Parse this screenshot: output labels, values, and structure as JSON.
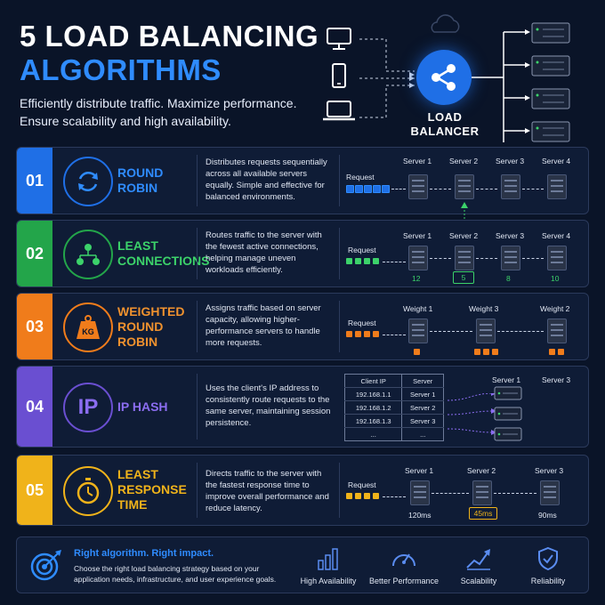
{
  "header": {
    "title_line1": "5 LOAD BALANCING",
    "title_line2": "ALGORITHMS",
    "subtitle": "Efficiently distribute traffic. Maximize performance. Ensure scalability and high availability.",
    "lb_label": "LOAD BALANCER"
  },
  "colors": {
    "background": "#0a1428",
    "blue": "#1f6fe6",
    "green": "#23a54a",
    "orange": "#f07c1b",
    "purple": "#6a4fd1",
    "yellow": "#f0b31a"
  },
  "rows": [
    {
      "number": "01",
      "name_line1": "ROUND",
      "name_line2": "ROBIN",
      "name_line3": "",
      "icon": "refresh-icon",
      "description": "Distributes requests sequentially across all available servers equally. Simple and effective for balanced environments.",
      "request_label": "Request",
      "servers": [
        "Server 1",
        "Server 2",
        "Server 3",
        "Server 4"
      ]
    },
    {
      "number": "02",
      "name_line1": "LEAST",
      "name_line2": "CONNECTIONS",
      "name_line3": "",
      "icon": "network-icon",
      "description": "Routes traffic to the server with the fewest active connections, helping manage uneven workloads efficiently.",
      "request_label": "Request",
      "servers": [
        "Server 1",
        "Server 2",
        "Server 3",
        "Server 4"
      ],
      "connections": [
        "12",
        "5",
        "8",
        "10"
      ]
    },
    {
      "number": "03",
      "name_line1": "WEIGHTED",
      "name_line2": "ROUND",
      "name_line3": "ROBIN",
      "icon": "weight-icon",
      "icon_text": "KG",
      "description": "Assigns traffic based on server capacity, allowing higher-performance servers to handle more requests.",
      "request_label": "Request",
      "servers": [
        "Weight 1",
        "Weight 3",
        "Weight 2"
      ]
    },
    {
      "number": "04",
      "name_line1": "IP HASH",
      "name_line2": "",
      "name_line3": "",
      "icon": "ip-icon",
      "icon_text": "IP",
      "description": "Uses the client's IP address to consistently route requests to the same server, maintaining session persistence.",
      "table_headers": [
        "Client IP",
        "Server"
      ],
      "table_rows": [
        [
          "192.168.1.1",
          "Server 1"
        ],
        [
          "192.168.1.2",
          "Server 2"
        ],
        [
          "192.168.1.3",
          "Server 3"
        ],
        [
          "...",
          "..."
        ]
      ],
      "servers": [
        "Server 1",
        "Server 3"
      ]
    },
    {
      "number": "05",
      "name_line1": "LEAST",
      "name_line2": "RESPONSE",
      "name_line3": "TIME",
      "icon": "stopwatch-icon",
      "description": "Directs traffic to the server with the fastest response time to improve overall performance and reduce latency.",
      "request_label": "Request",
      "servers": [
        "Server 1",
        "Server 2",
        "Server 3"
      ],
      "times": [
        "120ms",
        "45ms",
        "90ms"
      ]
    }
  ],
  "footer": {
    "headline": "Right algorithm. Right impact.",
    "text": "Choose the right load balancing strategy based on your application needs, infrastructure, and user experience goals.",
    "features": [
      {
        "label": "High Availability",
        "icon": "bar-chart-icon"
      },
      {
        "label": "Better Performance",
        "icon": "gauge-icon"
      },
      {
        "label": "Scalability",
        "icon": "growth-chart-icon"
      },
      {
        "label": "Reliability",
        "icon": "shield-icon"
      }
    ]
  }
}
